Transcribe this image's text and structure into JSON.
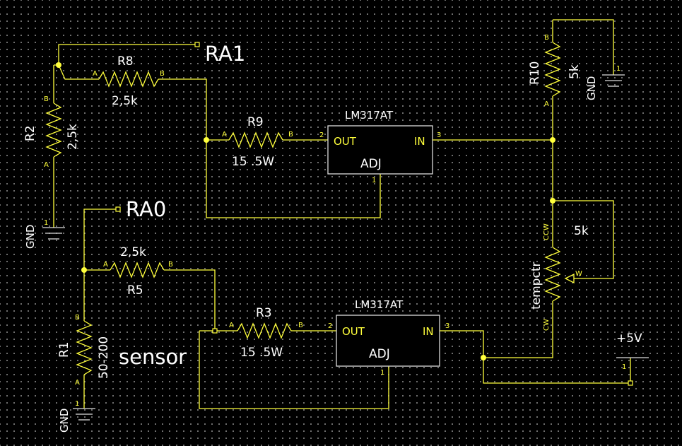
{
  "net_labels": {
    "ra1": "RA1",
    "ra0": "RA0",
    "sensor": "sensor"
  },
  "resistors": {
    "r8": {
      "ref": "R8",
      "value": "2,5k",
      "pin_a": "A",
      "pin_b": "B"
    },
    "r2": {
      "ref": "R2",
      "value": "2,5k",
      "pin_a": "A",
      "pin_b": "B"
    },
    "r9": {
      "ref": "R9",
      "value": "15  .5W",
      "pin_a": "A",
      "pin_b": "B"
    },
    "r5": {
      "ref": "R5",
      "value": "2,5k",
      "pin_a": "A",
      "pin_b": "B"
    },
    "r1": {
      "ref": "R1",
      "value": "50-200",
      "pin_a": "A",
      "pin_b": "B"
    },
    "r3": {
      "ref": "R3",
      "value": "15  .5W",
      "pin_a": "A",
      "pin_b": "B"
    },
    "r10": {
      "ref": "R10",
      "value": "5k",
      "pin_a": "A",
      "pin_b": "B"
    }
  },
  "regulators": {
    "top": {
      "part": "LM317AT",
      "out": "OUT",
      "in": "IN",
      "adj": "ADJ",
      "pin_out": "2",
      "pin_in": "3",
      "pin_adj": "1"
    },
    "bottom": {
      "part": "LM317AT",
      "out": "OUT",
      "in": "IN",
      "adj": "ADJ",
      "pin_out": "2",
      "pin_in": "3",
      "pin_adj": "1"
    }
  },
  "potentiometer": {
    "ref": "tempctr",
    "value": "5k",
    "ccw": "CCW",
    "cw": "CW",
    "wiper": "W"
  },
  "grounds": {
    "g1": {
      "label": "GND",
      "pin": "1"
    },
    "g2": {
      "label": "GND",
      "pin": "1"
    },
    "g3": {
      "label": "GND",
      "pin": "1"
    }
  },
  "supply": {
    "label": "+5V",
    "pin": "1"
  }
}
